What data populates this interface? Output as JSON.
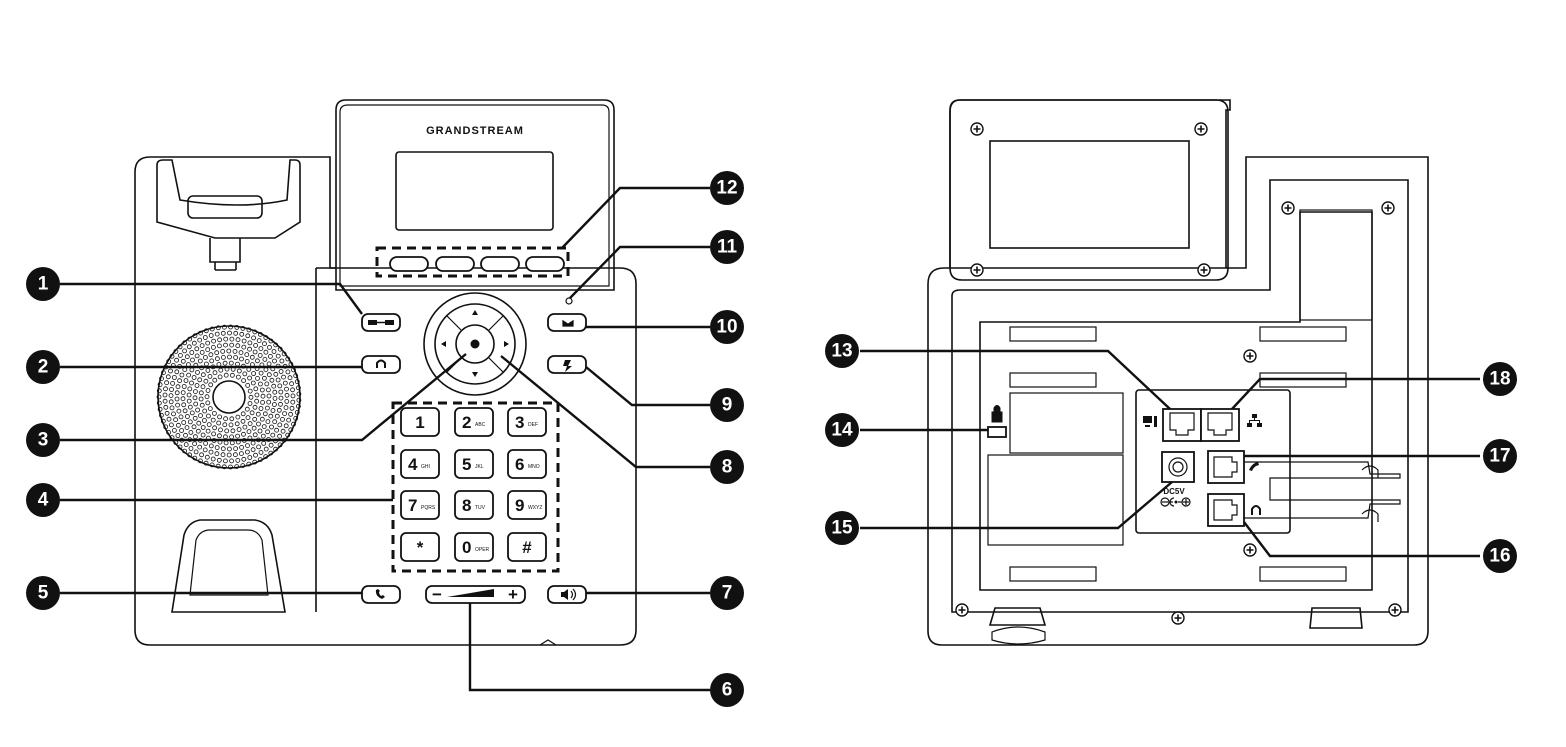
{
  "brand": "GRANDSTREAM",
  "callouts": [
    "1",
    "2",
    "3",
    "4",
    "5",
    "6",
    "7",
    "8",
    "9",
    "10",
    "11",
    "12",
    "13",
    "14",
    "15",
    "16",
    "17",
    "18"
  ],
  "keypad": [
    {
      "digit": "1",
      "letters": ""
    },
    {
      "digit": "2",
      "letters": "ABC"
    },
    {
      "digit": "3",
      "letters": "DEF"
    },
    {
      "digit": "4",
      "letters": "GHI"
    },
    {
      "digit": "5",
      "letters": "JKL"
    },
    {
      "digit": "6",
      "letters": "MNO"
    },
    {
      "digit": "7",
      "letters": "PQRS"
    },
    {
      "digit": "8",
      "letters": "TUV"
    },
    {
      "digit": "9",
      "letters": "WXYZ"
    },
    {
      "digit": "*",
      "letters": ""
    },
    {
      "digit": "0",
      "letters": "OPER"
    },
    {
      "digit": "#",
      "letters": ""
    }
  ],
  "volume": {
    "minus": "−",
    "plus": "+"
  },
  "power_label": "DC5V",
  "icons": {
    "transfer": "transfer-icon",
    "headset": "headset-icon",
    "speaker": "speaker-icon",
    "message": "envelope-icon",
    "mute": "mute-icon",
    "pc_port": "pc-port-icon",
    "lan_port": "network-icon",
    "lock": "lock-icon",
    "handset_port": "handset-icon",
    "headset_port": "headset-icon"
  }
}
